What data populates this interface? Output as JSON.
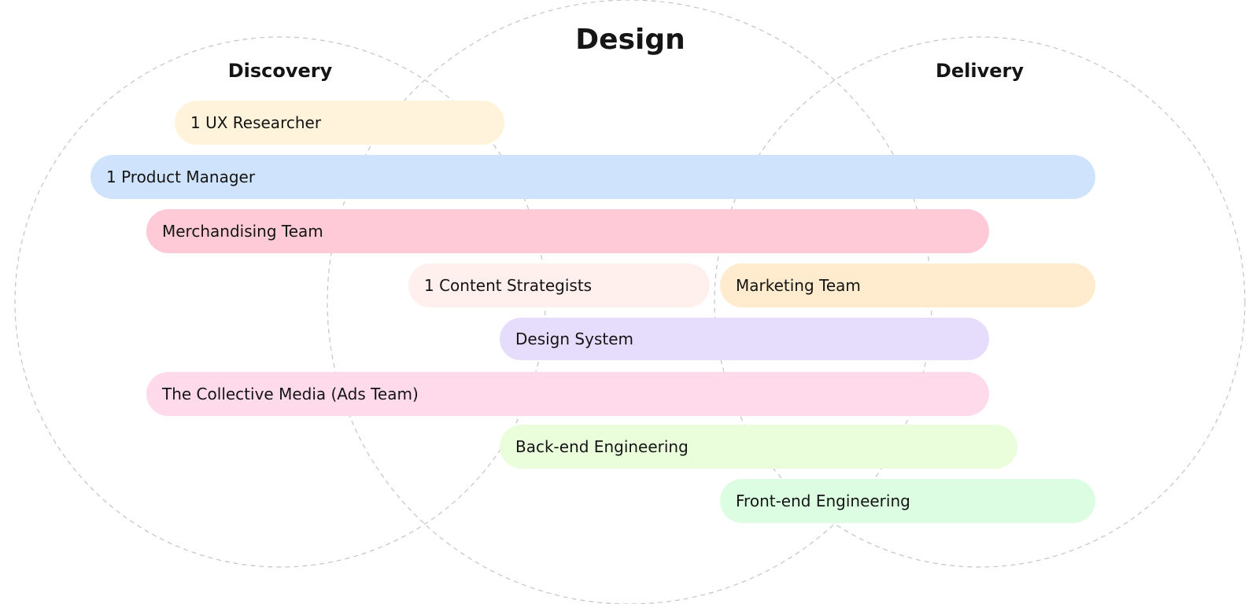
{
  "phases": {
    "discovery": "Discovery",
    "design": "Design",
    "delivery": "Delivery"
  },
  "teams": [
    {
      "id": "ux-researcher",
      "label": "1 UX Researcher",
      "color": "#fff3dc"
    },
    {
      "id": "product-manager",
      "label": "1 Product Manager",
      "color": "#cfe4fc"
    },
    {
      "id": "merchandising-team",
      "label": "Merchandising Team",
      "color": "#ffcad7"
    },
    {
      "id": "content-strategists",
      "label": "1 Content Strategists",
      "color": "#ffefed"
    },
    {
      "id": "marketing-team",
      "label": "Marketing Team",
      "color": "#ffebcd"
    },
    {
      "id": "design-system",
      "label": "Design System",
      "color": "#e6ddfd"
    },
    {
      "id": "collective-media",
      "label": "The Collective Media (Ads Team)",
      "color": "#fedaea"
    },
    {
      "id": "back-end-engineering",
      "label": "Back-end Engineering",
      "color": "#eafedb"
    },
    {
      "id": "front-end-engineering",
      "label": "Front-end Engineering",
      "color": "#dcfde1"
    }
  ]
}
